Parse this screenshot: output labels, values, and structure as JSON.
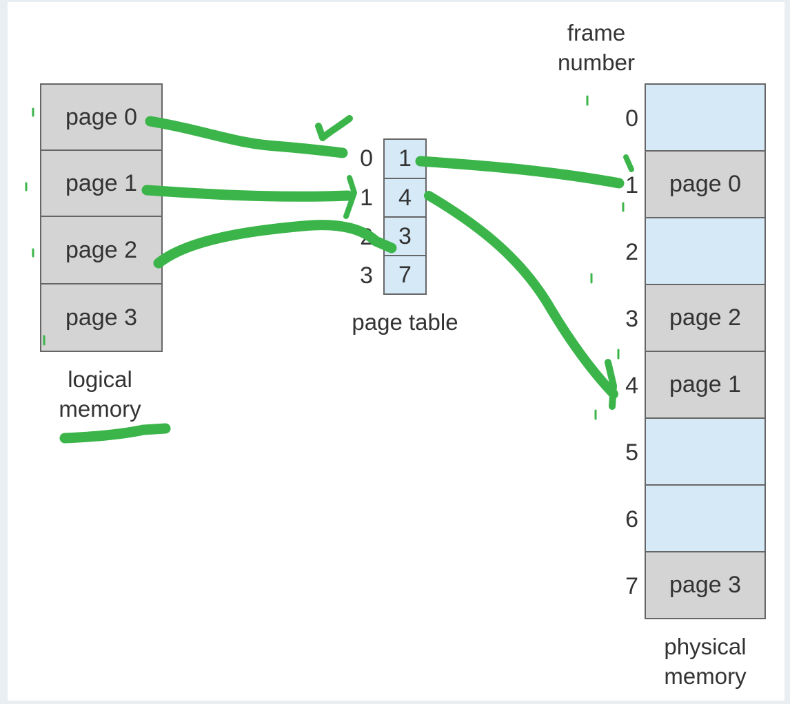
{
  "logical_memory": {
    "label": "logical\nmemory",
    "pages": [
      "page 0",
      "page 1",
      "page 2",
      "page 3"
    ]
  },
  "page_table": {
    "label": "page table",
    "indices": [
      "0",
      "1",
      "2",
      "3"
    ],
    "frames": [
      "1",
      "4",
      "3",
      "7"
    ]
  },
  "physical_memory": {
    "header": "frame\nnumber",
    "label": "physical\nmemory",
    "frame_numbers": [
      "0",
      "1",
      "2",
      "3",
      "4",
      "5",
      "6",
      "7"
    ],
    "frames": [
      {
        "content": "",
        "fill": "blue"
      },
      {
        "content": "page 0",
        "fill": "gray"
      },
      {
        "content": "",
        "fill": "blue"
      },
      {
        "content": "page 2",
        "fill": "gray"
      },
      {
        "content": "page 1",
        "fill": "gray"
      },
      {
        "content": "",
        "fill": "blue"
      },
      {
        "content": "",
        "fill": "blue"
      },
      {
        "content": "page 3",
        "fill": "gray"
      }
    ]
  },
  "colors": {
    "annotation": "#3bb54a",
    "page_fill": "#d4d4d4",
    "free_frame_fill": "#d5e9f7",
    "border": "#666666"
  }
}
